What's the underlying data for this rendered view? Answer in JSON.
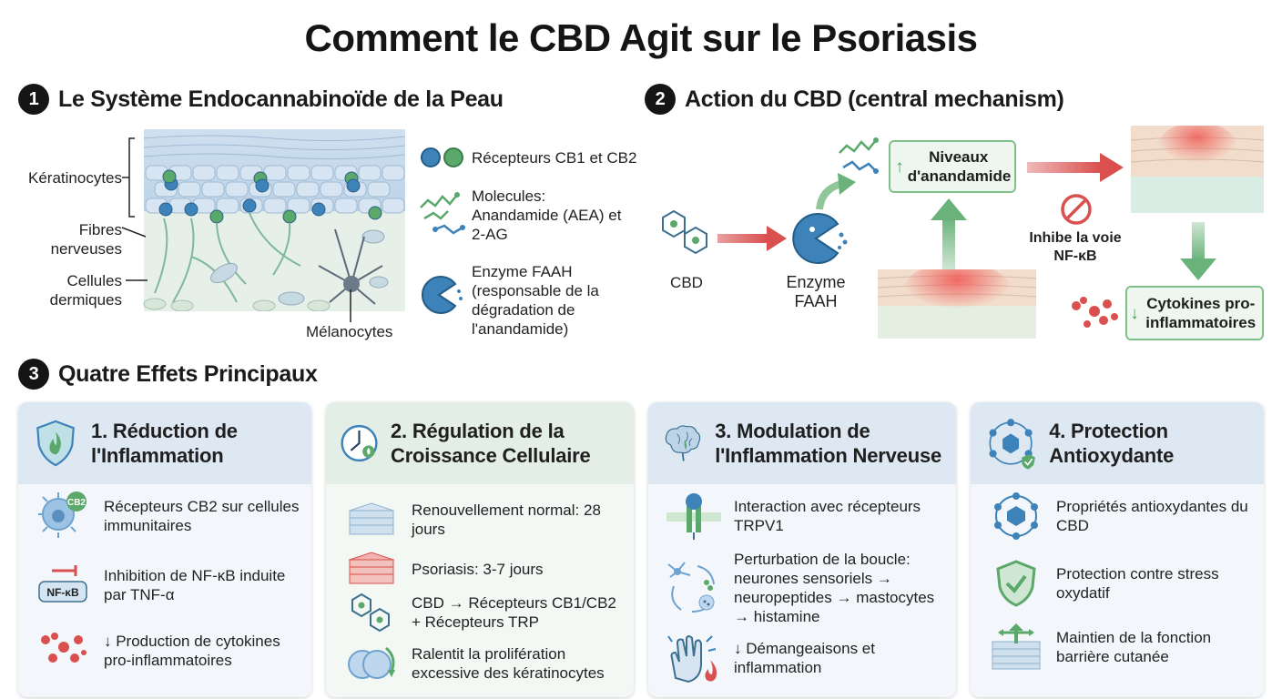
{
  "title": "Comment le CBD Agit sur le Psoriasis",
  "section1": {
    "number": "1",
    "heading": "Le Système Endocannabinoïde de la Peau",
    "labels": {
      "keratinocytes": "Kératinocytes",
      "fibres": "Fibres nerveuses",
      "cellules": "Cellules dermiques",
      "melanocytes": "Mélanocytes"
    },
    "legend": [
      {
        "icon": "receptors-icon",
        "text": "Récepteurs CB1 et CB2"
      },
      {
        "icon": "molecules-icon",
        "text": "Molecules: Anandamide (AEA) et 2-AG"
      },
      {
        "icon": "enzyme-faah-icon",
        "text": "Enzyme FAAH (responsable de la dégradation de l'anandamide)"
      }
    ]
  },
  "section2": {
    "number": "2",
    "heading": "Action du CBD (central mechanism)",
    "cbd_label": "CBD",
    "enzyme_label": "Enzyme FAAH",
    "niveaux": "Niveaux d'anandamide",
    "inhibe": "Inhibe la voie NF-κB",
    "cytokines": "Cytokines pro-inflammatoires",
    "up_arrow": "↑",
    "down_arrow": "↓"
  },
  "section3": {
    "number": "3",
    "heading": "Quatre Effets Principaux",
    "cards": [
      {
        "title": "1. Réduction de l'Inflammation",
        "items": [
          {
            "icon": "immune-cell-icon",
            "badge": "CB2",
            "text": "Récepteurs CB2 sur cellules immunitaires"
          },
          {
            "icon": "nfkb-inhibition-icon",
            "badge": "NF-κB",
            "text": "Inhibition de NF-κB induite par TNF-α"
          },
          {
            "icon": "cytokines-icon",
            "text": "↓ Production de cytokines pro-inflammatoires"
          }
        ]
      },
      {
        "title": "2. Régulation de la Croissance Cellulaire",
        "items": [
          {
            "icon": "normal-skin-icon",
            "text": "Renouvellement normal: 28 jours"
          },
          {
            "icon": "psoriasis-skin-icon",
            "text": "Psoriasis: 3-7 jours"
          },
          {
            "icon": "cbd-molecule-icon",
            "text": "CBD → Récepteurs CB1/CB2 + Récepteurs TRP"
          },
          {
            "icon": "cell-division-icon",
            "text": "Ralentit la prolifération excessive des kératinocytes"
          }
        ]
      },
      {
        "title": "3. Modulation de l'Inflammation Nerveuse",
        "items": [
          {
            "icon": "trpv1-receptor-icon",
            "text": "Interaction avec récepteurs TRPV1"
          },
          {
            "icon": "neuron-loop-icon",
            "text": "Perturbation de la boucle: neurones sensoriels → neuropeptides → mastocytes → histamine"
          },
          {
            "icon": "itch-hand-icon",
            "text": "↓ Démangeaisons et inflammation"
          }
        ]
      },
      {
        "title": "4. Protection Antioxydante",
        "items": [
          {
            "icon": "antioxidant-molecule-icon",
            "text": "Propriétés antioxydantes du CBD"
          },
          {
            "icon": "shield-check-icon",
            "text": "Protection contre stress oxydatif"
          },
          {
            "icon": "skin-barrier-icon",
            "text": "Maintien de la fonction barrière cutanée"
          }
        ]
      }
    ]
  },
  "colors": {
    "red_arrow": "#d9504f",
    "green_arrow": "#69b27a",
    "blue_receptor": "#3d82b8",
    "green_receptor": "#5ba86b",
    "inflammation": "#ef5350"
  }
}
